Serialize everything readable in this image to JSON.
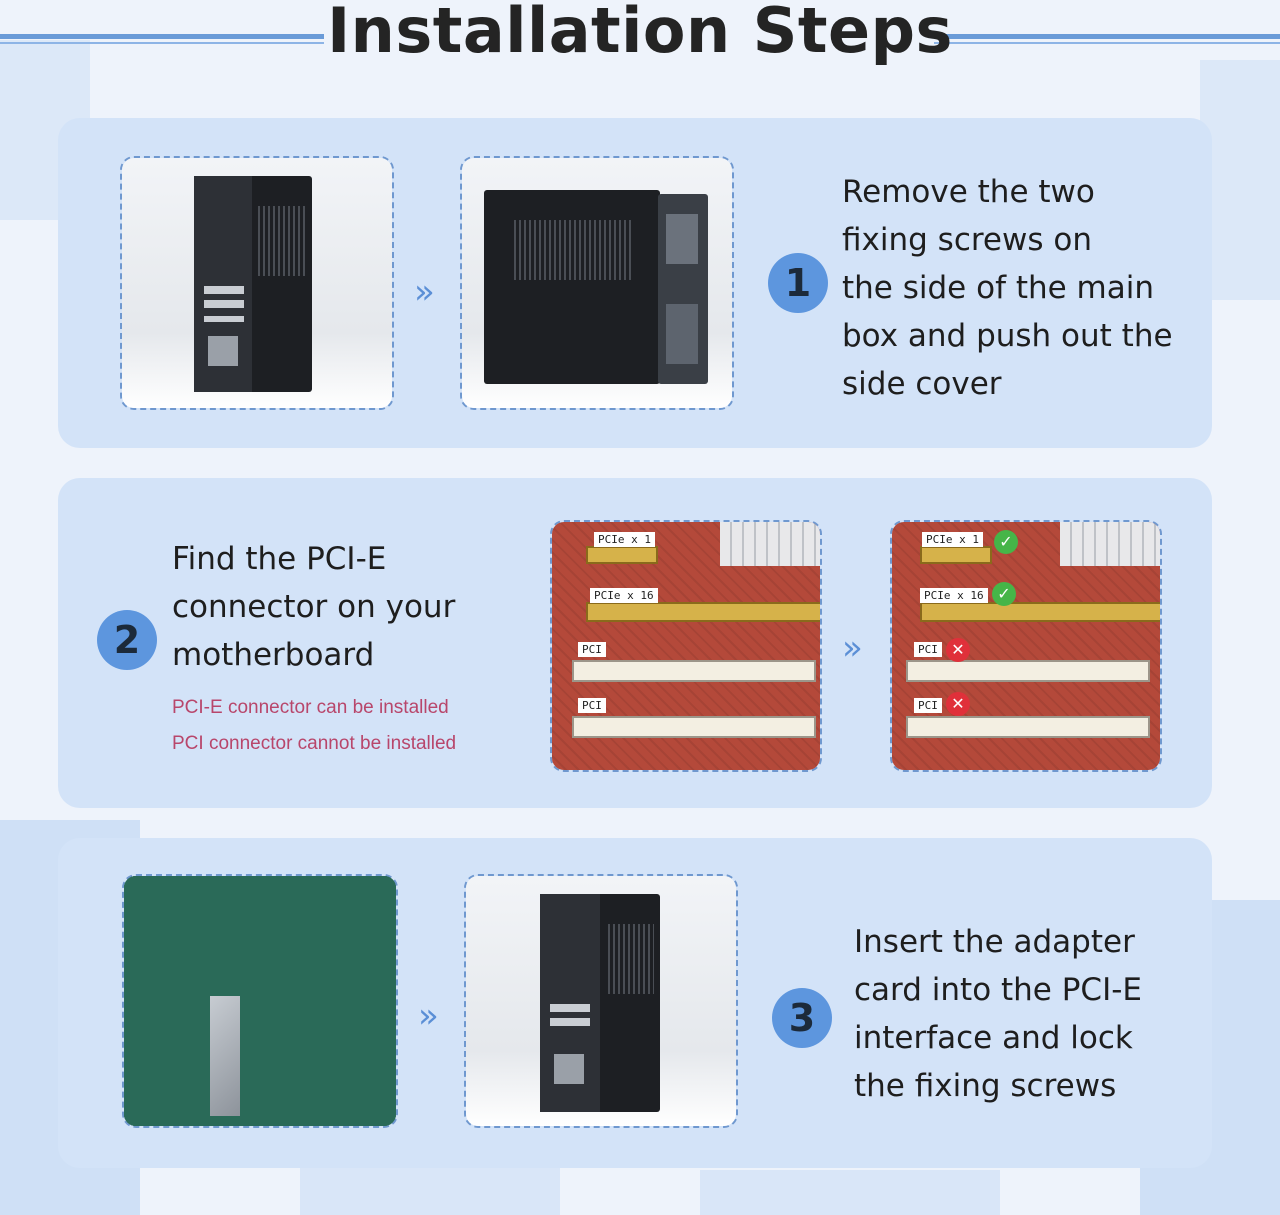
{
  "header": {
    "title": "Installation Steps"
  },
  "steps": [
    {
      "number": "1",
      "text": [
        "Remove the two",
        "fixing screws on",
        "the side of the main",
        "box and push out the",
        "side cover"
      ]
    },
    {
      "number": "2",
      "text": [
        "Find the PCI-E",
        "connector on your",
        "motherboard"
      ],
      "notes": [
        "PCI-E connector can be installed",
        "PCI connector cannot be installed"
      ],
      "slot_labels": [
        "PCIe x 1",
        "PCIe x 16",
        "PCI",
        "PCI"
      ]
    },
    {
      "number": "3",
      "text": [
        "Insert the adapter",
        "card into the PCI-E",
        "interface and lock",
        "the fixing screws"
      ]
    }
  ],
  "arrow_glyph": "»",
  "icons": {
    "check": "check-icon",
    "cross": "cross-icon"
  },
  "colors": {
    "panel": "#d3e3f8",
    "accent": "#5d96de",
    "note": "#b8466b"
  }
}
